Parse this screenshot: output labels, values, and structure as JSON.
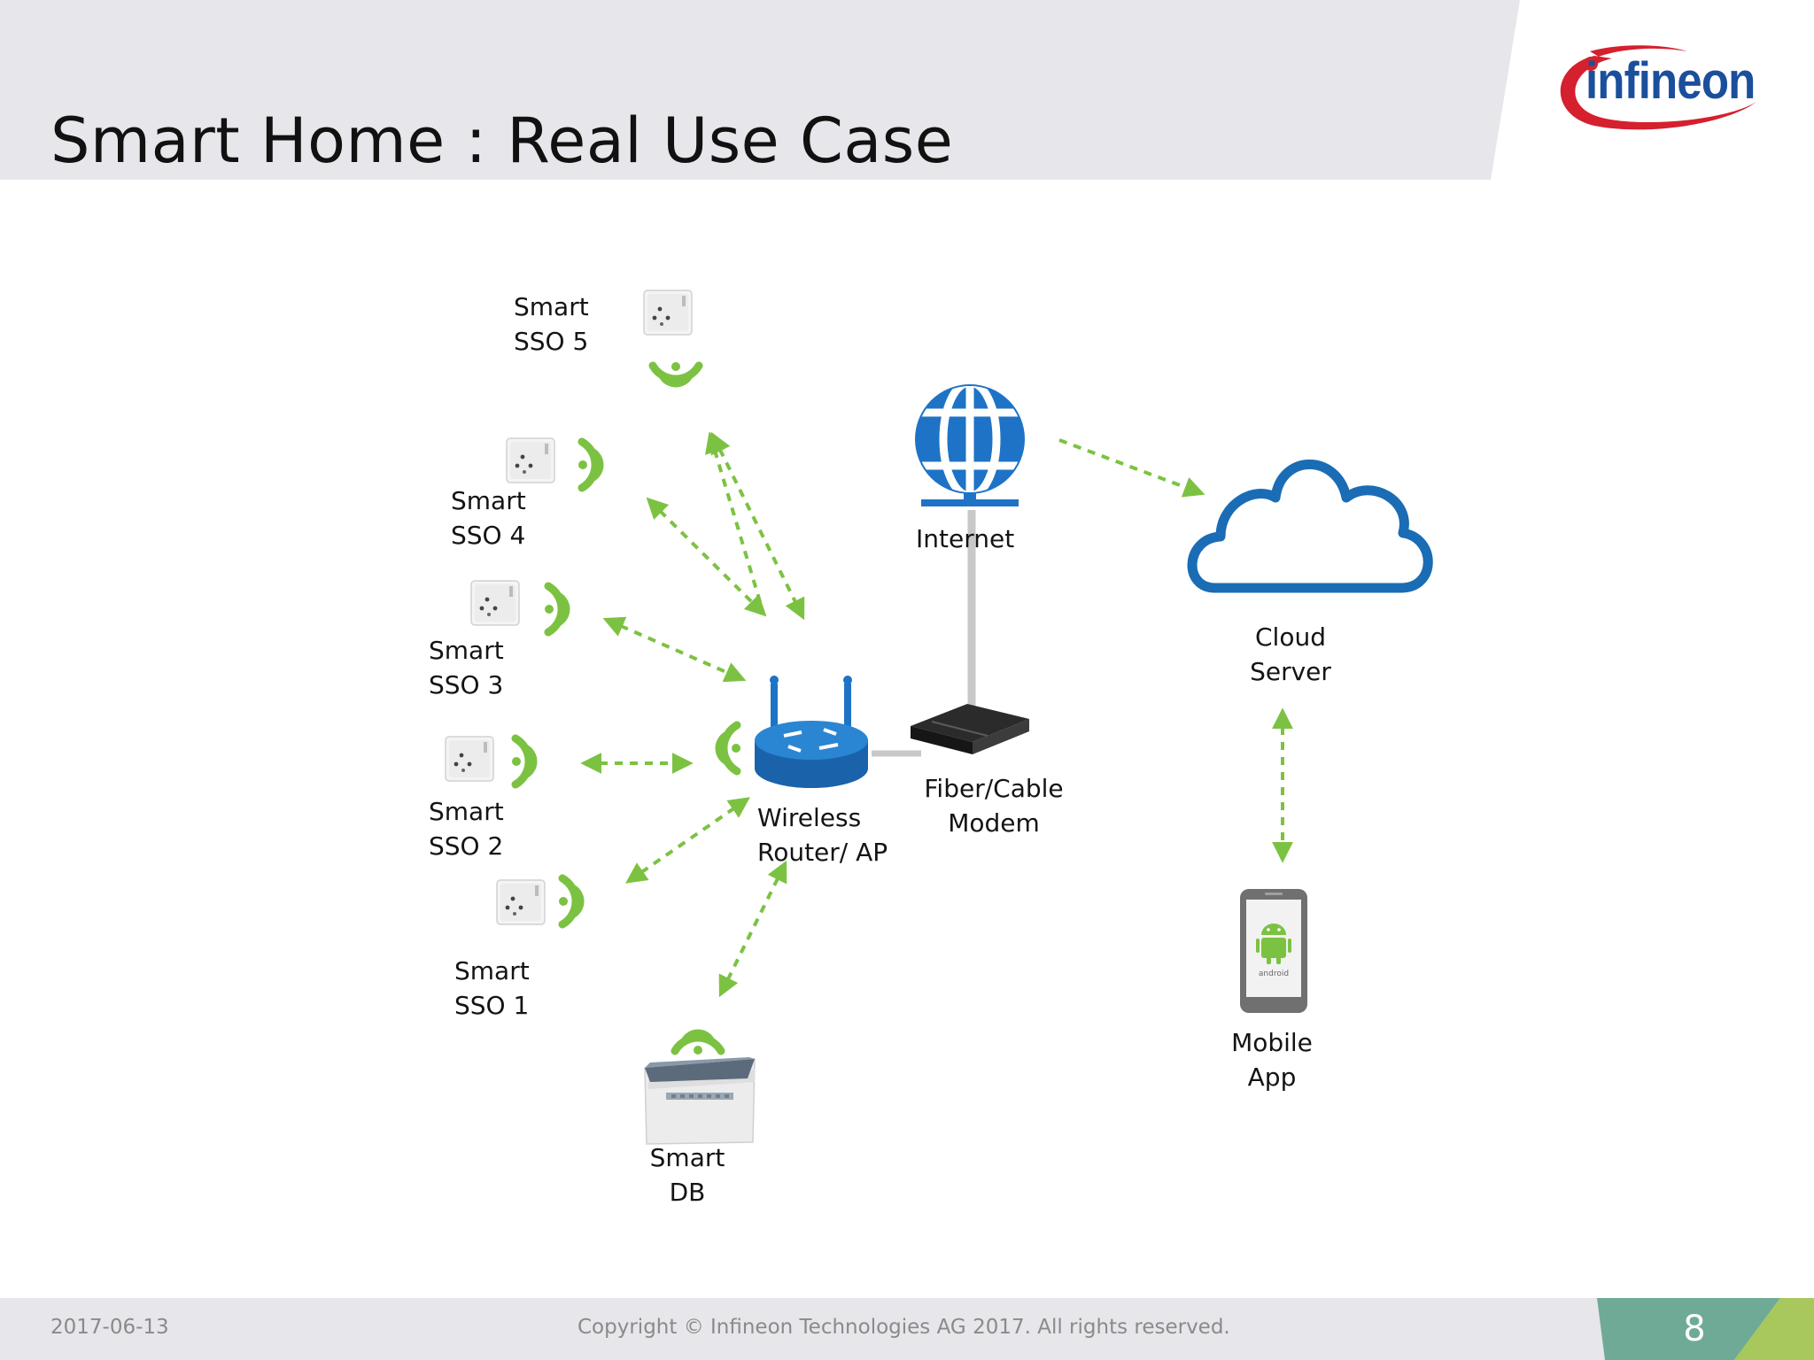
{
  "slide": {
    "title": "Smart Home : Real Use Case",
    "logo_text": "infineon"
  },
  "diagram": {
    "nodes": {
      "sso5": [
        "Smart",
        "SSO 5"
      ],
      "sso4": [
        "Smart",
        "SSO 4"
      ],
      "sso3": [
        "Smart",
        "SSO 3"
      ],
      "sso2": [
        "Smart",
        "SSO 2"
      ],
      "sso1": [
        "Smart",
        "SSO 1"
      ],
      "internet": [
        "Internet"
      ],
      "router": [
        "Wireless",
        "Router/ AP"
      ],
      "modem": [
        "Fiber/Cable",
        "Modem"
      ],
      "cloud": [
        "Cloud",
        "Server"
      ],
      "mobile": [
        "Mobile",
        "App"
      ],
      "db": [
        "Smart",
        "DB"
      ]
    },
    "android_text": "android",
    "colors": {
      "accent_green": "#7cc242",
      "icon_blue": "#1e73c6",
      "cloud_blue": "#1a6cb5",
      "connector_gray": "#c8c8c8"
    }
  },
  "footer": {
    "date": "2017-06-13",
    "copyright": "Copyright © Infineon Technologies AG 2017. All rights reserved.",
    "page_number": "8"
  }
}
